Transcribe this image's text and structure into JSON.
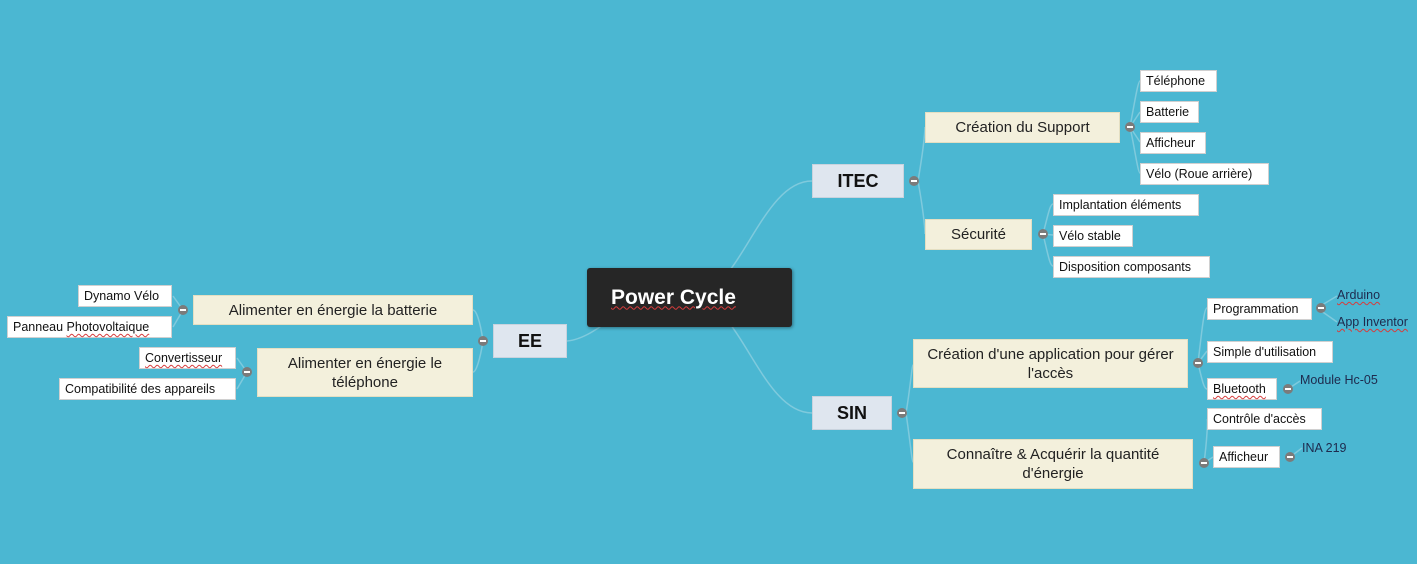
{
  "root": {
    "label": "Power Cycle"
  },
  "branches": {
    "itec": {
      "label": "ITEC"
    },
    "sin": {
      "label": "SIN"
    },
    "ee": {
      "label": "EE"
    }
  },
  "subtopics": {
    "creation_support": "Création du Support",
    "securite": "Sécurité",
    "creation_app": "Création d'une application pour gérer l'accès",
    "connaitre": "Connaître & Acquérir la quantité d'énergie",
    "alim_batterie": "Alimenter en énergie la batterie",
    "alim_telephone": "Alimenter en énergie le téléphone"
  },
  "leaves": {
    "telephone": "Téléphone",
    "batterie": "Batterie",
    "afficheur_itec": "Afficheur",
    "velo_roue": "Vélo (Roue arrière)",
    "implantation": "Implantation éléments",
    "velo_stable": "Vélo stable",
    "disposition": "Disposition composants",
    "programmation": "Programmation",
    "simple": "Simple d'utilisation",
    "bluetooth": "Bluetooth",
    "controle": "Contrôle d'accès",
    "afficheur_sin": "Afficheur",
    "dynamo": "Dynamo Vélo",
    "panneau_prefix": "Panneau ",
    "panneau_word": "Photovoltaique",
    "convertisseur": "Convertisseur",
    "compatibilite": "Compatibilité des appareils"
  },
  "floating": {
    "arduino": "Arduino",
    "app_inventor": "App Inventor",
    "module_hc05": "Module Hc-05",
    "ina219": "INA 219"
  }
}
